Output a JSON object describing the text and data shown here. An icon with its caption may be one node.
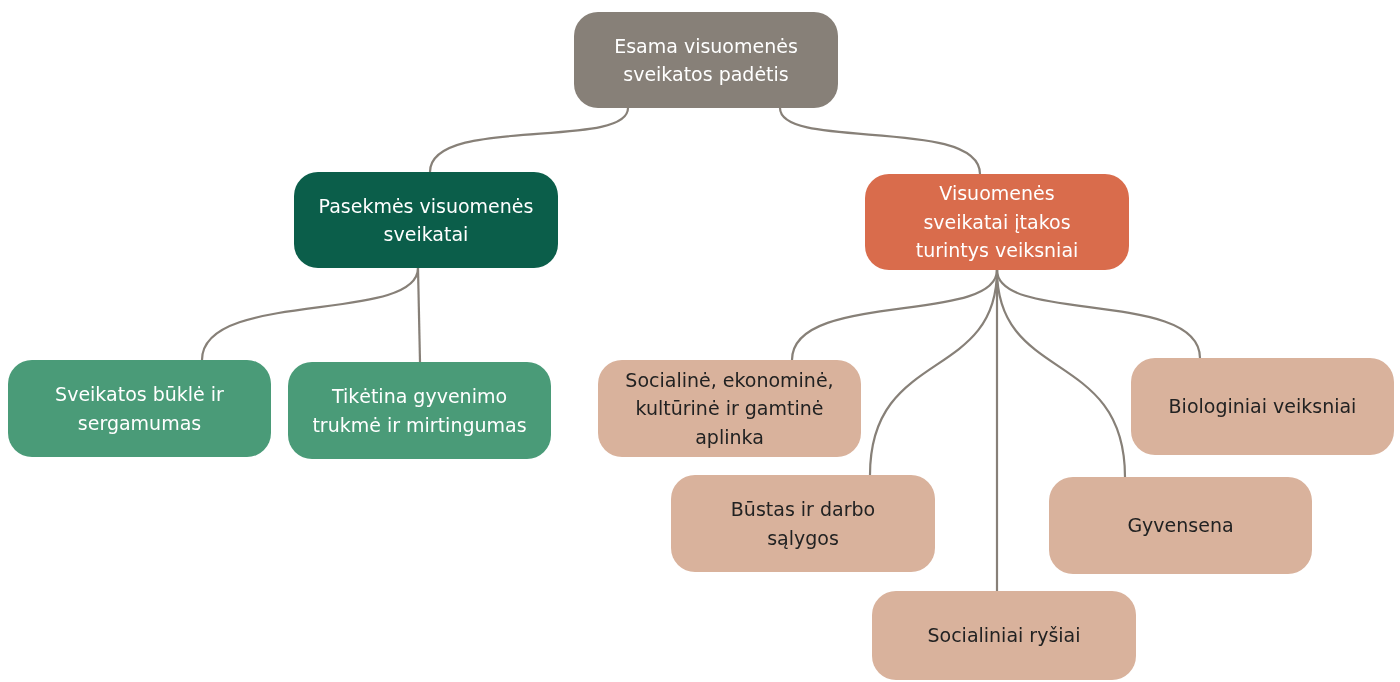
{
  "diagram": {
    "nodes": [
      {
        "text": [
          "Esama visuomenės sveikatos padėtis"
        ]
      },
      {
        "text": [
          "Pasekmės visuomenės sveikatai"
        ]
      },
      {
        "text": [
          "Visuomenės sveikatai įtakos turintys veiksniai"
        ]
      },
      {
        "text": [
          "Sveikatos būklė ir sergamumas"
        ]
      },
      {
        "text": [
          "Tikėtina gyvenimo trukmė ir mirtingumas"
        ]
      },
      {
        "text": [
          "Socialinė, ekonominė, kultūrinė ir gamtinė aplinka"
        ]
      },
      {
        "text": [
          "Biologiniai veiksniai"
        ]
      },
      {
        "text": [
          "Būstas ir darbo sąlygos"
        ]
      },
      {
        "text": [
          "Gyvensena"
        ]
      },
      {
        "text": [
          "Socialiniai ryšiai"
        ]
      }
    ],
    "edges": [
      {
        "from": 0,
        "to": 1,
        "arrow": "none"
      },
      {
        "from": 0,
        "to": 2,
        "arrow": "none"
      },
      {
        "from": 1,
        "to": 3,
        "arrow": "none"
      },
      {
        "from": 1,
        "to": 4,
        "arrow": "none"
      },
      {
        "from": 2,
        "to": 5,
        "arrow": "none"
      },
      {
        "from": 2,
        "to": 6,
        "arrow": "none"
      },
      {
        "from": 2,
        "to": 7,
        "arrow": "none"
      },
      {
        "from": 2,
        "to": 8,
        "arrow": "none"
      },
      {
        "from": 2,
        "to": 9,
        "arrow": "none"
      }
    ]
  }
}
